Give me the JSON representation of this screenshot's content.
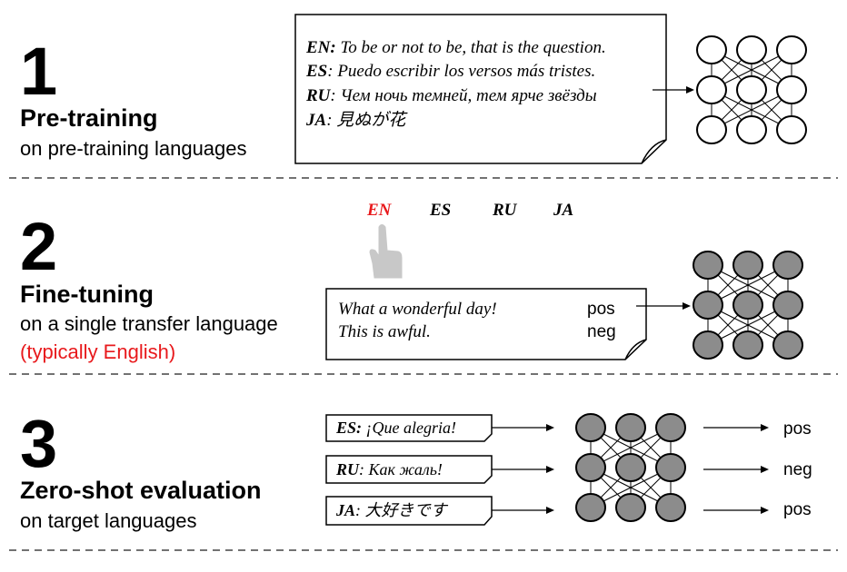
{
  "stages": [
    {
      "number": "1",
      "title": "Pre-training",
      "subtitle": "on pre-training languages"
    },
    {
      "number": "2",
      "title": "Fine-tuning",
      "subtitle": "on a single transfer language",
      "note": "(typically English)"
    },
    {
      "number": "3",
      "title": "Zero-shot evaluation",
      "subtitle": "on target languages"
    }
  ],
  "pretraining_texts": [
    {
      "lang": "EN:",
      "text": " To be or not to be, that is the question."
    },
    {
      "lang": "ES",
      "text": ": Puedo escribir los versos más tristes."
    },
    {
      "lang": "RU",
      "text": ": Чем ночь темней, тем ярче звёзды"
    },
    {
      "lang": "JA",
      "text": ": 見ぬが花"
    }
  ],
  "language_options": [
    {
      "label": "EN",
      "selected": true
    },
    {
      "label": "ES",
      "selected": false
    },
    {
      "label": "RU",
      "selected": false
    },
    {
      "label": "JA",
      "selected": false
    }
  ],
  "finetune_examples": [
    {
      "text": "What a wonderful day!",
      "label": "pos"
    },
    {
      "text": "This is awful.",
      "label": "neg"
    }
  ],
  "eval_examples": [
    {
      "lang": "ES:",
      "text": " ¡Que alegria!",
      "prediction": "pos"
    },
    {
      "lang": "RU",
      "text": ": Как жаль!",
      "prediction": "neg"
    },
    {
      "lang": "JA",
      "text": ": 大好きです",
      "prediction": "pos"
    }
  ],
  "colors": {
    "highlight": "#e8191c",
    "node_trained": "#8c8c8c",
    "node_untrained": "#ffffff",
    "hand": "#c8c8c8"
  },
  "icons": [
    "pointing-hand-icon"
  ]
}
